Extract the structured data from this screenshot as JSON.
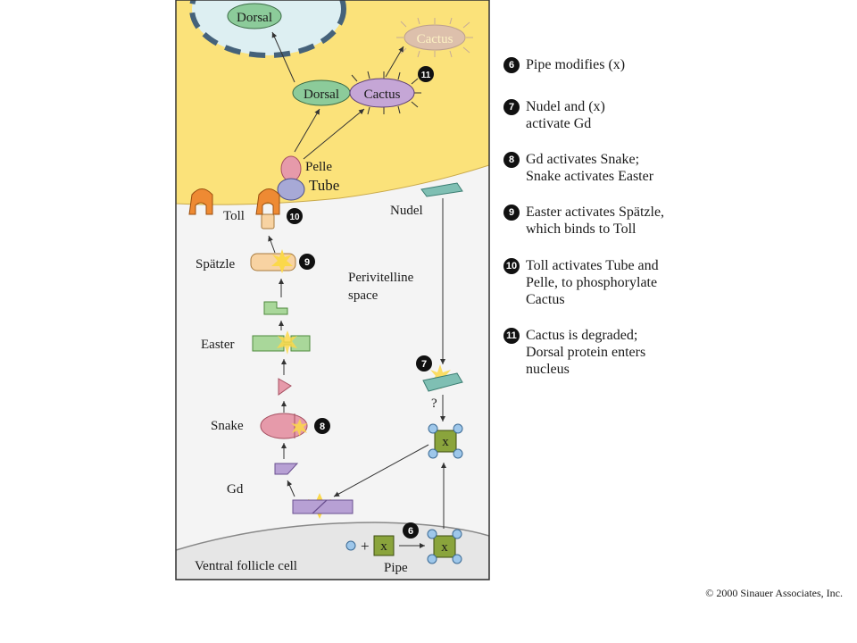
{
  "labels": {
    "dorsal_nucleus": "Dorsal",
    "cactus_degraded": "Cactus",
    "dorsal_complex": "Dorsal",
    "cactus_complex": "Cactus",
    "pelle": "Pelle",
    "tube": "Tube",
    "toll": "Toll",
    "nudel": "Nudel",
    "spatzle": "Spätzle",
    "perivitelline": "Perivitelline\nspace",
    "easter": "Easter",
    "snake": "Snake",
    "gd": "Gd",
    "ventral_follicle": "Ventral follicle cell",
    "pipe": "Pipe",
    "x": "x",
    "plus": "+",
    "question": "?"
  },
  "markers": [
    "6",
    "7",
    "8",
    "9",
    "10",
    "11"
  ],
  "steps": [
    {
      "num": "6",
      "text": "Pipe modifies (x)"
    },
    {
      "num": "7",
      "text": "Nudel and (x)\nactivate Gd"
    },
    {
      "num": "8",
      "text": "Gd activates Snake;\nSnake activates Easter"
    },
    {
      "num": "9",
      "text": "Easter activates Spätzle,\nwhich binds to Toll"
    },
    {
      "num": "10",
      "text": "Toll activates Tube and\nPelle, to phosphorylate\nCactus"
    },
    {
      "num": "11",
      "text": "Cactus is degraded;\nDorsal protein enters\nnucleus"
    }
  ],
  "copyright": "© 2000 Sinauer Associates, Inc.",
  "colors": {
    "cytoplasm": "#fbe27a",
    "nucleus": "#ddeff2",
    "membrane_fill": "#f1f1f1",
    "dorsal": "#8ccb9a",
    "cactus": "#c5a6d6",
    "toll": "#ee8a33",
    "easter": "#a9d79a",
    "snake": "#e69aaa",
    "gd": "#b7a0d4",
    "nudel": "#7fbfb3",
    "x_box": "#8aa43c"
  }
}
